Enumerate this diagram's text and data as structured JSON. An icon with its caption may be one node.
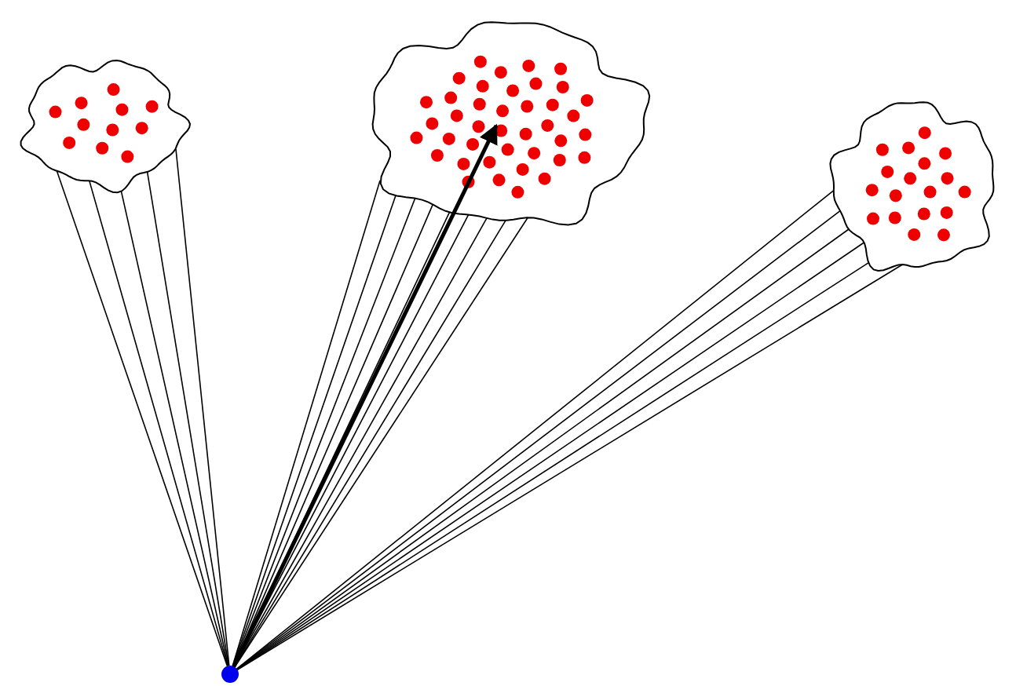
{
  "diagram": {
    "nodes": [
      {
        "text": [],
        "shape": "cloud"
      },
      {
        "text": [],
        "shape": "cloud"
      },
      {
        "text": [],
        "shape": "cloud"
      },
      {
        "text": [],
        "shape": "circle"
      }
    ],
    "edges": [
      {
        "from": 3,
        "to": 0,
        "arrow": "none"
      },
      {
        "from": 3,
        "to": 0,
        "arrow": "none"
      },
      {
        "from": 3,
        "to": 0,
        "arrow": "none"
      },
      {
        "from": 3,
        "to": 0,
        "arrow": "none"
      },
      {
        "from": 3,
        "to": 0,
        "arrow": "none"
      },
      {
        "from": 3,
        "to": 1,
        "arrow": "none"
      },
      {
        "from": 3,
        "to": 1,
        "arrow": "none"
      },
      {
        "from": 3,
        "to": 1,
        "arrow": "none"
      },
      {
        "from": 3,
        "to": 1,
        "arrow": "none"
      },
      {
        "from": 3,
        "to": 1,
        "arrow": "none"
      },
      {
        "from": 3,
        "to": 1,
        "arrow": "none"
      },
      {
        "from": 3,
        "to": 1,
        "arrow": "none"
      },
      {
        "from": 3,
        "to": 1,
        "arrow": "none"
      },
      {
        "from": 3,
        "to": 1,
        "arrow": "none"
      },
      {
        "from": 3,
        "to": 2,
        "arrow": "none"
      },
      {
        "from": 3,
        "to": 2,
        "arrow": "none"
      },
      {
        "from": 3,
        "to": 2,
        "arrow": "none"
      },
      {
        "from": 3,
        "to": 2,
        "arrow": "none"
      },
      {
        "from": 3,
        "to": 2,
        "arrow": "none"
      },
      {
        "from": 3,
        "to": 2,
        "arrow": "none"
      },
      {
        "from": 3,
        "to": 1,
        "arrow": "to",
        "style": "thick"
      }
    ]
  }
}
